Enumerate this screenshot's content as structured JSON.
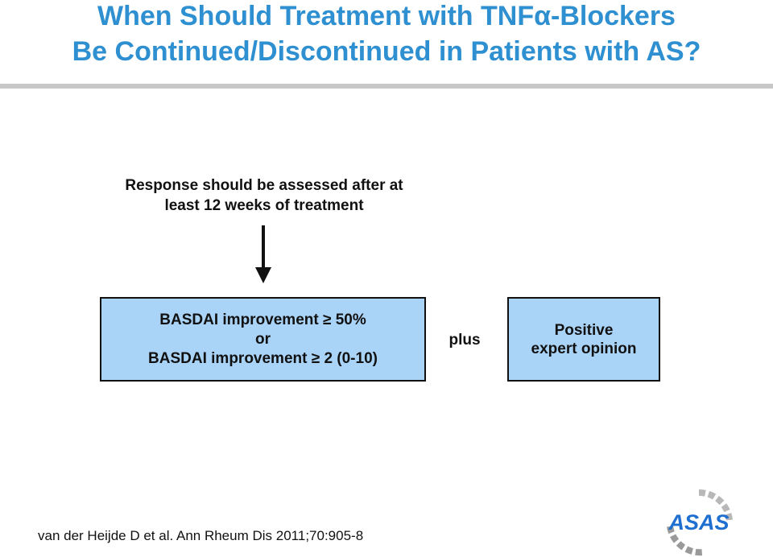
{
  "header": {
    "title_line1": "When Should Treatment with TNFα-Blockers",
    "title_line2": "Be Continued/Discontinued in Patients with AS?"
  },
  "flow": {
    "response_line1": "Response should be assessed after at",
    "response_line2": "least 12 weeks of treatment",
    "basdai_line1": "BASDAI improvement ≥ 50%",
    "basdai_or": "or",
    "basdai_line2": "BASDAI improvement ≥ 2 (0-10)",
    "plus": "plus",
    "expert_line1": "Positive",
    "expert_line2": "expert opinion"
  },
  "footer": {
    "citation": "van der Heijde D et al. Ann Rheum Dis 2011;70:905-8",
    "logo_text": "ASAS"
  },
  "colors": {
    "title": "#2e8fd1",
    "box_fill": "#a9d3f7",
    "logo": "#1f6fd0"
  }
}
